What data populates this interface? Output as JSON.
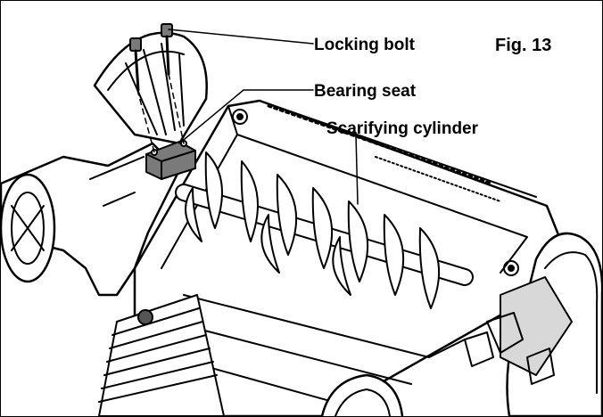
{
  "figure": {
    "label": "Fig. 13",
    "callouts": {
      "locking_bolt": "Locking bolt",
      "bearing_seat": "Bearing seat",
      "scarifying_cylinder": "Scarifying cylinder"
    }
  },
  "colors": {
    "line": "#000000",
    "background": "#ffffff",
    "bearing_block": "#7a7a7a",
    "shade": "#d8d8d8"
  }
}
